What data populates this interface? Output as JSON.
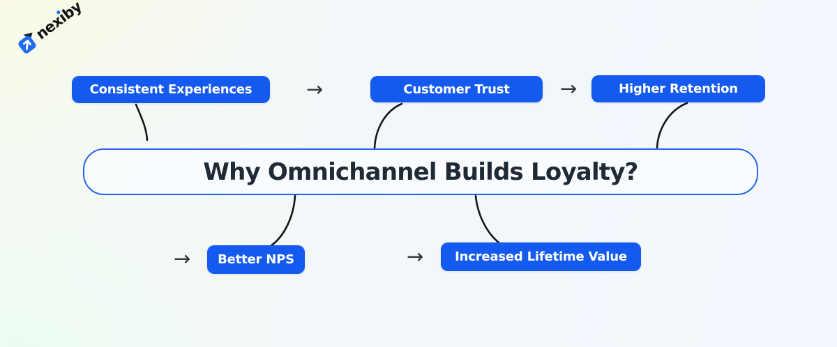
{
  "brand": {
    "name": "nexiby",
    "wordmark": {
      "before_i": "nex",
      "i_stem": "ı",
      "after_i": "by"
    }
  },
  "center": {
    "title": "Why Omnichannel Builds Loyalty?"
  },
  "flow": {
    "arrow_glyph": "→",
    "top": [
      "Consistent Experiences",
      "Customer Trust",
      "Higher Retention"
    ],
    "bottom": [
      "Better NPS",
      "Increased Lifetime Value"
    ]
  },
  "colors": {
    "pill": "#155AEF",
    "pill_text": "#FFFFFF",
    "box_border": "#2563EB",
    "title_text": "#1E2A35",
    "connector": "#161616",
    "arrow": "#33383C",
    "brand_text": "#121212",
    "brand_accent": "#1F6DF4"
  }
}
